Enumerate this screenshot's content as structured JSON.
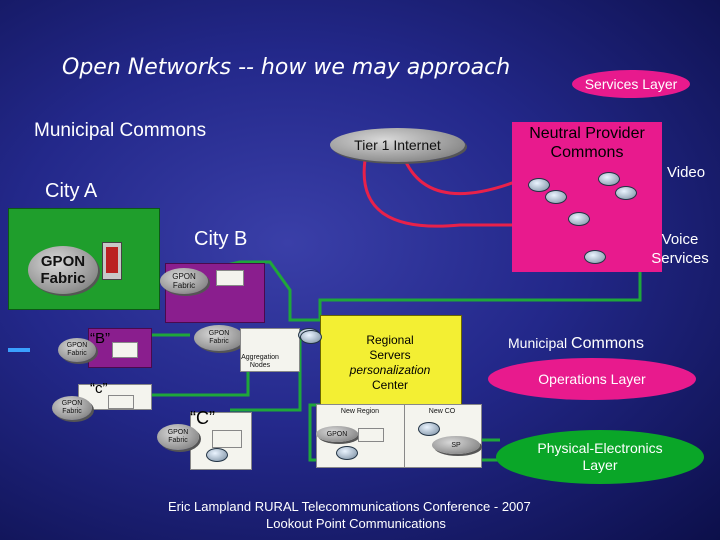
{
  "title": "Open Networks -- how we may approach",
  "municipal_commons_top": "Municipal Commons",
  "services_layer": "Services Layer",
  "tier1_internet": "Tier 1 Internet",
  "neutral_provider": {
    "line1": "Neutral Provider",
    "line2": "Commons"
  },
  "video": "Video",
  "voice_services": {
    "line1": "Voice",
    "line2": "Services"
  },
  "city_a": "City A",
  "city_b": "City B",
  "gpon_fabric_big": {
    "line1": "GPON",
    "line2": "Fabric"
  },
  "gpon_cloud_city_b": {
    "line1": "GPON",
    "line2": "Fabric"
  },
  "gpon_cloud_mid": {
    "line1": "GPON",
    "line2": "Fabric"
  },
  "gpon_cloud_left": {
    "line1": "GPON",
    "line2": "Fabric"
  },
  "gpon_cloud_left2": {
    "line1": "GPON",
    "line2": "Fabric"
  },
  "gpon_cloud_c": {
    "line1": "GPON",
    "line2": "Fabric"
  },
  "aggregation_label": {
    "line1": "Aggregation",
    "line2": "Nodes"
  },
  "b_quote": "“B”",
  "c_quote_small": "“c”",
  "c_quote_big": "“C”",
  "regional_servers": {
    "line1": "Regional",
    "line2": "Servers",
    "line3": "personalization",
    "line4": "Center"
  },
  "new_region": "New Region",
  "new_co": "New CO",
  "gpon_small": "GPON",
  "sp": "SP",
  "municipal_commons_right": {
    "word1": "Municipal",
    "word2": "Commons"
  },
  "operations_layer": "Operations Layer",
  "physical_layer": {
    "line1": "Physical-Electronics",
    "line2": "Layer"
  },
  "footer": {
    "line1": "Eric Lampland  RURAL Telecommunications Conference - 2007",
    "line2": "Lookout Point Communications"
  },
  "colors": {
    "background": "#23288a",
    "green": "#1f9e2c",
    "purple": "#8a1e8e",
    "pink": "#e81a8d",
    "yellow": "#f3ef33",
    "link_red": "#e8214a",
    "link_green": "#1fa73a",
    "link_violet": "#c06ae8"
  }
}
